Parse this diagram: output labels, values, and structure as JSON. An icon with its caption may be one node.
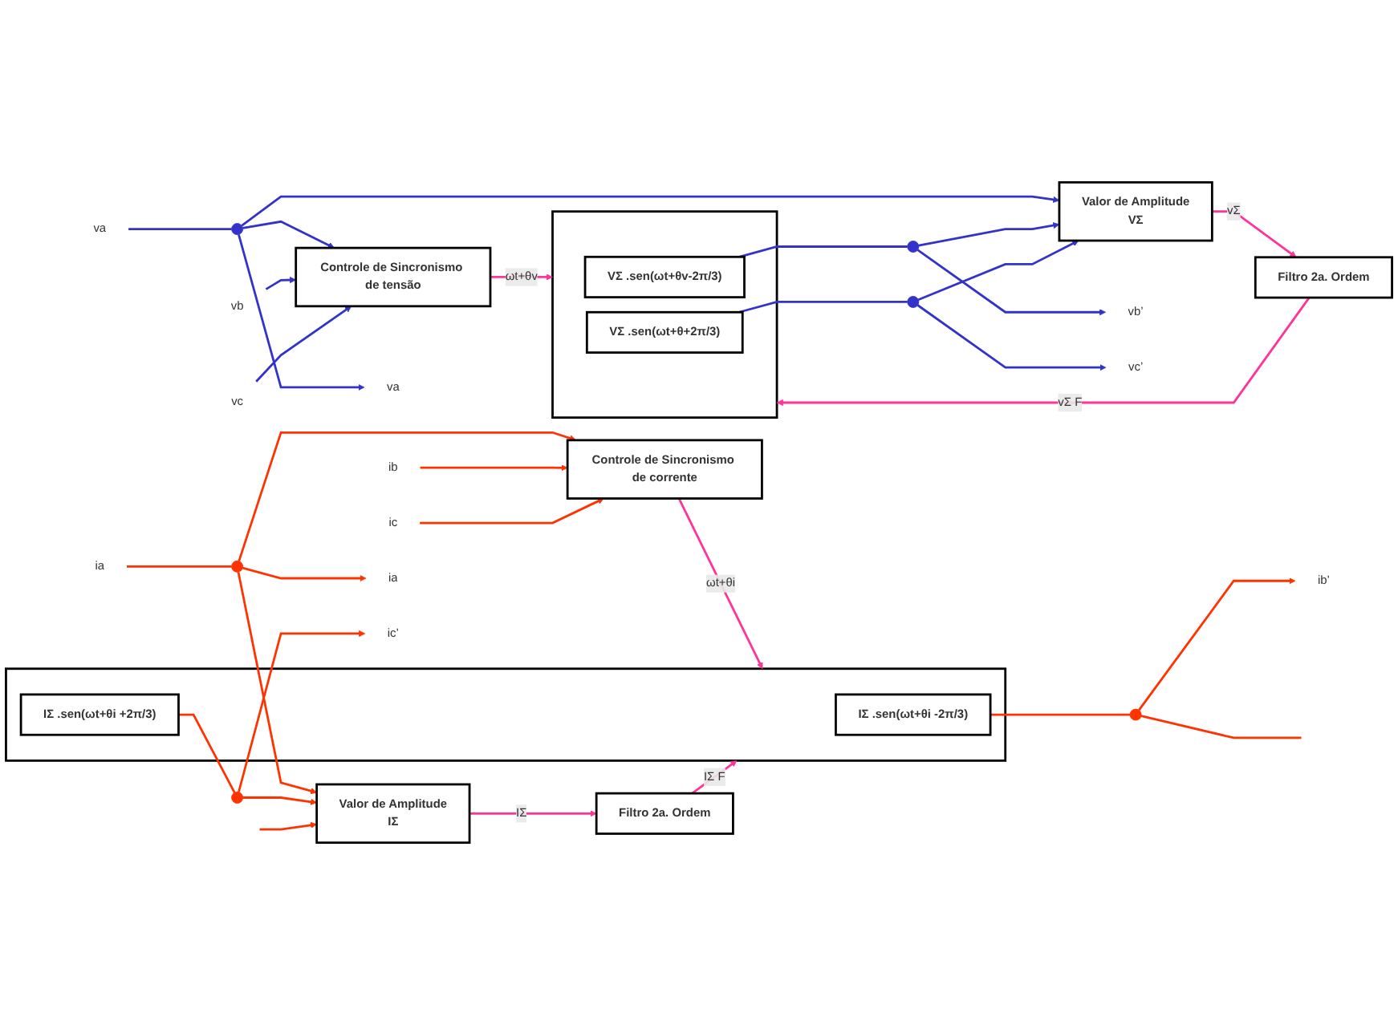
{
  "diagram": {
    "nodes": [
      {
        "text": [
          "va"
        ]
      },
      {
        "text": [
          "vb"
        ]
      },
      {
        "text": [
          "vc"
        ]
      },
      {
        "text": [],
        "shape": "circle"
      },
      {
        "text": [
          "Controle de Sincronismo de tensão"
        ]
      },
      {
        "text": [
          "Valor de Amplitude",
          "VΣ"
        ]
      },
      {
        "text": [
          "Filtro 2a. Ordem"
        ]
      },
      {
        "text": [],
        "shape": "box"
      },
      {
        "text": [
          "VΣ .sen(ωt+θv-2π/3)"
        ],
        "in": 7
      },
      {
        "text": [
          "VΣ .sen(ωt+θ+2π/3)"
        ],
        "in": 7
      },
      {
        "text": [
          "va"
        ]
      },
      {
        "text": [
          "vb’"
        ]
      },
      {
        "text": [
          "vc’"
        ]
      },
      {
        "text": [],
        "shape": "circle"
      },
      {
        "text": [],
        "shape": "circle"
      },
      {
        "text": [
          "ia"
        ]
      },
      {
        "text": [
          "ib"
        ]
      },
      {
        "text": [
          "ic"
        ]
      },
      {
        "text": [],
        "shape": "circle"
      },
      {
        "text": [
          "Controle de Sincronismo de corrente"
        ]
      },
      {
        "text": [
          "Valor de Amplitude",
          "IΣ"
        ]
      },
      {
        "text": [
          "Filtro 2a. Ordem"
        ]
      },
      {
        "text": [],
        "shape": "box"
      },
      {
        "text": [
          "IΣ .sen(ωt+θi -2π/3)"
        ],
        "in": 22
      },
      {
        "text": [
          "IΣ .sen(ωt+θi +2π/3)"
        ],
        "in": 22
      },
      {
        "text": [
          "ia"
        ]
      },
      {
        "text": [
          "ib’"
        ]
      },
      {
        "text": [
          "ic’"
        ]
      },
      {
        "text": [],
        "shape": "circle"
      },
      {
        "text": [],
        "shape": "circle"
      }
    ],
    "edges": [
      {
        "from": 0,
        "to": 3,
        "arrow": "none",
        "color": "#3333cc"
      },
      {
        "from": 3,
        "to": 4,
        "arrow": "to",
        "color": "#3333cc"
      },
      {
        "from": 3,
        "to": 10,
        "arrow": "to",
        "color": "#3333cc"
      },
      {
        "from": 3,
        "to": 5,
        "arrow": "to",
        "color": "#3333cc"
      },
      {
        "from": 1,
        "to": 4,
        "arrow": "to",
        "color": "#3333cc"
      },
      {
        "from": 2,
        "to": 4,
        "arrow": "to",
        "color": "#3333cc"
      },
      {
        "from": 4,
        "to": 7,
        "arrow": "to",
        "label": "ωt+θv",
        "color": "#ff3399"
      },
      {
        "from": 5,
        "to": 6,
        "arrow": "to",
        "label": "vΣ",
        "color": "#ff3399"
      },
      {
        "from": 6,
        "to": 7,
        "arrow": "to",
        "label": "vΣ F",
        "color": "#ff3399"
      },
      {
        "from": 8,
        "to": 13,
        "arrow": "none",
        "color": "#3333cc"
      },
      {
        "from": 13,
        "to": 11,
        "arrow": "to",
        "color": "#3333cc"
      },
      {
        "from": 9,
        "to": 14,
        "arrow": "none",
        "color": "#3333cc"
      },
      {
        "from": 14,
        "to": 12,
        "arrow": "to",
        "color": "#3333cc"
      },
      {
        "from": 13,
        "to": 5,
        "arrow": "to",
        "color": "#3333cc"
      },
      {
        "from": 14,
        "to": 5,
        "arrow": "to",
        "color": "#3333cc"
      },
      {
        "from": 15,
        "to": 18,
        "arrow": "none",
        "color": "#ff3300"
      },
      {
        "from": 18,
        "to": 19,
        "arrow": "to",
        "color": "#ff3300"
      },
      {
        "from": 18,
        "to": 25,
        "arrow": "to",
        "color": "#ff3300"
      },
      {
        "from": 18,
        "to": 20,
        "arrow": "to",
        "color": "#ff3300"
      },
      {
        "from": 16,
        "to": 19,
        "arrow": "to",
        "color": "#ff3300"
      },
      {
        "from": 17,
        "to": 19,
        "arrow": "to",
        "color": "#ff3300"
      },
      {
        "from": 19,
        "to": 22,
        "arrow": "to",
        "label": "ωt+θi",
        "color": "#ff3399"
      },
      {
        "from": 20,
        "to": 21,
        "arrow": "to",
        "label": "IΣ",
        "color": "#ff3399"
      },
      {
        "from": 21,
        "to": 22,
        "arrow": "to",
        "label": "IΣ F",
        "color": "#ff3399"
      },
      {
        "from": 23,
        "to": 28,
        "arrow": "none",
        "color": "#ff3300"
      },
      {
        "from": 28,
        "to": 26,
        "arrow": "to",
        "color": "#ff3300"
      },
      {
        "from": 24,
        "to": 29,
        "arrow": "none",
        "color": "#ff3300"
      },
      {
        "from": 29,
        "to": 27,
        "arrow": "to",
        "color": "#ff3300"
      },
      {
        "from": 29,
        "to": 20,
        "arrow": "to",
        "color": "#ff3300"
      },
      {
        "from": 28,
        "to": null,
        "arrow": "none",
        "color": "#ff3300"
      },
      {
        "from": null,
        "to": 20,
        "arrow": "to",
        "color": "#ff3300"
      }
    ]
  }
}
